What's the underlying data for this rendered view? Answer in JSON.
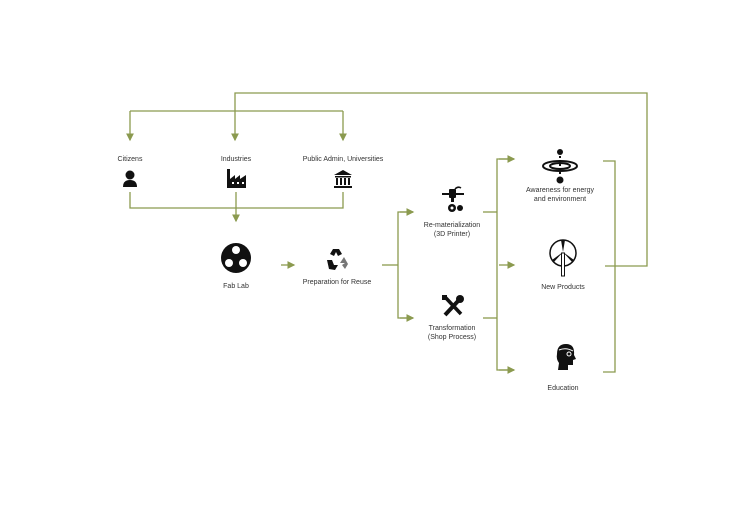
{
  "colors": {
    "line": "#8b9a4f",
    "icon": "#111111"
  },
  "nodes": {
    "citizens": "Citizens",
    "industries": "Industries",
    "public": "Public Admin, Universities",
    "fablab": "Fab Lab",
    "prep": "Preparation for Reuse",
    "remat1": "Re-materialization",
    "remat2": "(3D Printer)",
    "trans1": "Transformation",
    "trans2": "(Shop Process)",
    "aware1": "Awareness for energy",
    "aware2": "and environment",
    "products": "New Products",
    "education": "Education"
  }
}
